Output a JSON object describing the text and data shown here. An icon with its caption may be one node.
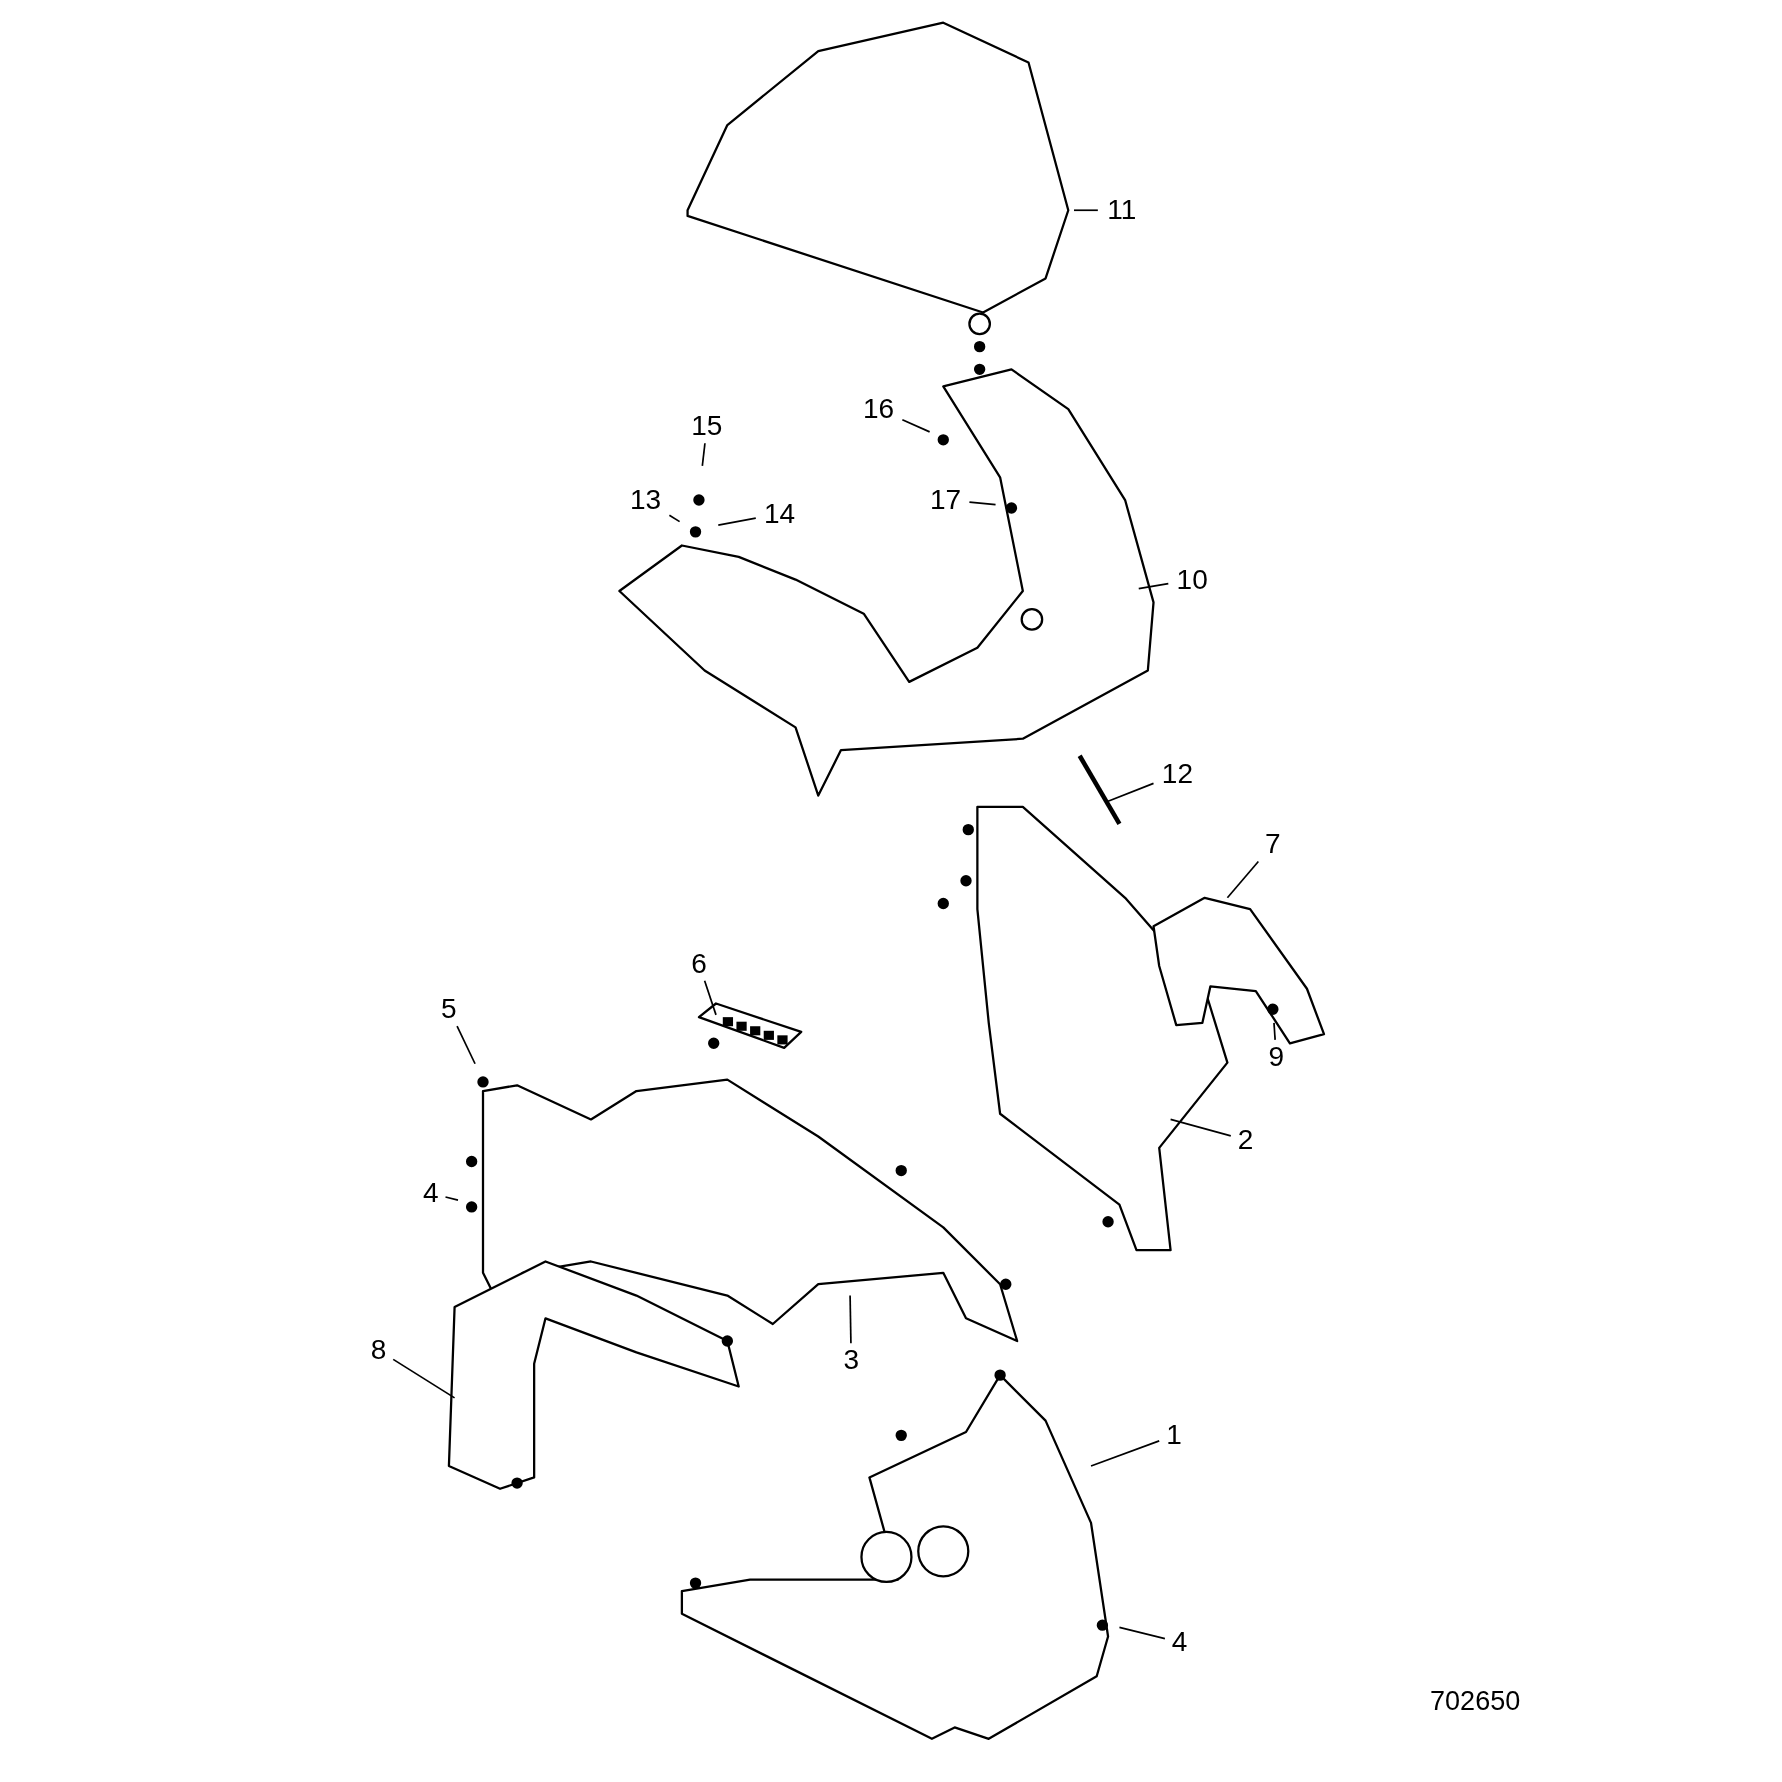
{
  "diagram": {
    "nodes": [
      {
        "text": [
          "11"
        ]
      },
      {
        "text": [
          "16"
        ]
      },
      {
        "text": [
          "15"
        ]
      },
      {
        "text": [
          "13"
        ]
      },
      {
        "text": [
          "14"
        ]
      },
      {
        "text": [
          "17"
        ]
      },
      {
        "text": [
          "10"
        ]
      },
      {
        "text": [
          "12"
        ]
      },
      {
        "text": [
          "7"
        ]
      },
      {
        "text": [
          "6"
        ]
      },
      {
        "text": [
          "5"
        ]
      },
      {
        "text": [
          "9"
        ]
      },
      {
        "text": [
          "2"
        ]
      },
      {
        "text": [
          "4"
        ]
      },
      {
        "text": [
          "3"
        ]
      },
      {
        "text": [
          "8"
        ]
      },
      {
        "text": [
          "1"
        ]
      },
      {
        "text": [
          "4"
        ]
      }
    ],
    "edges": [
      {
        "from": 0,
        "to": null,
        "arrow": "none"
      },
      {
        "from": 1,
        "to": null,
        "arrow": "none"
      },
      {
        "from": 2,
        "to": null,
        "arrow": "none"
      },
      {
        "from": 3,
        "to": null,
        "arrow": "none"
      },
      {
        "from": 4,
        "to": null,
        "arrow": "none"
      },
      {
        "from": 5,
        "to": null,
        "arrow": "none"
      },
      {
        "from": 6,
        "to": null,
        "arrow": "none"
      },
      {
        "from": 7,
        "to": null,
        "arrow": "none"
      },
      {
        "from": 8,
        "to": null,
        "arrow": "none"
      },
      {
        "from": 9,
        "to": null,
        "arrow": "none"
      },
      {
        "from": 10,
        "to": null,
        "arrow": "none"
      },
      {
        "from": 11,
        "to": null,
        "arrow": "none"
      },
      {
        "from": 12,
        "to": null,
        "arrow": "none"
      },
      {
        "from": 13,
        "to": null,
        "arrow": "none"
      },
      {
        "from": 14,
        "to": null,
        "arrow": "none"
      },
      {
        "from": 15,
        "to": null,
        "arrow": "none"
      },
      {
        "from": 16,
        "to": null,
        "arrow": "none"
      },
      {
        "from": 17,
        "to": null,
        "arrow": "none"
      }
    ],
    "labels": [
      "702650"
    ]
  }
}
